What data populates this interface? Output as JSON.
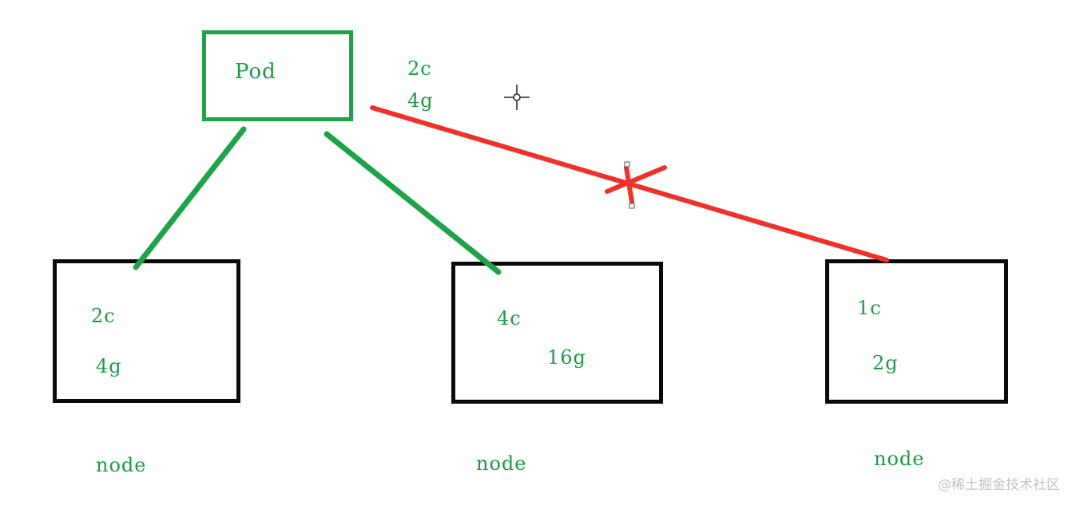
{
  "pod": {
    "label": "Pod",
    "request_cpu": "2c",
    "request_mem": "4g"
  },
  "nodes": [
    {
      "cpu": "2c",
      "mem": "4g",
      "label": "node",
      "fits": true
    },
    {
      "cpu": "4c",
      "mem": "16g",
      "label": "node",
      "fits": true
    },
    {
      "cpu": "1c",
      "mem": "2g",
      "label": "node",
      "fits": false
    }
  ],
  "watermark": "@稀土掘金技术社区",
  "colors": {
    "accent": "#1ea34a",
    "text_green": "#1e9a45",
    "reject": "#f0302a",
    "node_border": "#0a0a0a"
  }
}
